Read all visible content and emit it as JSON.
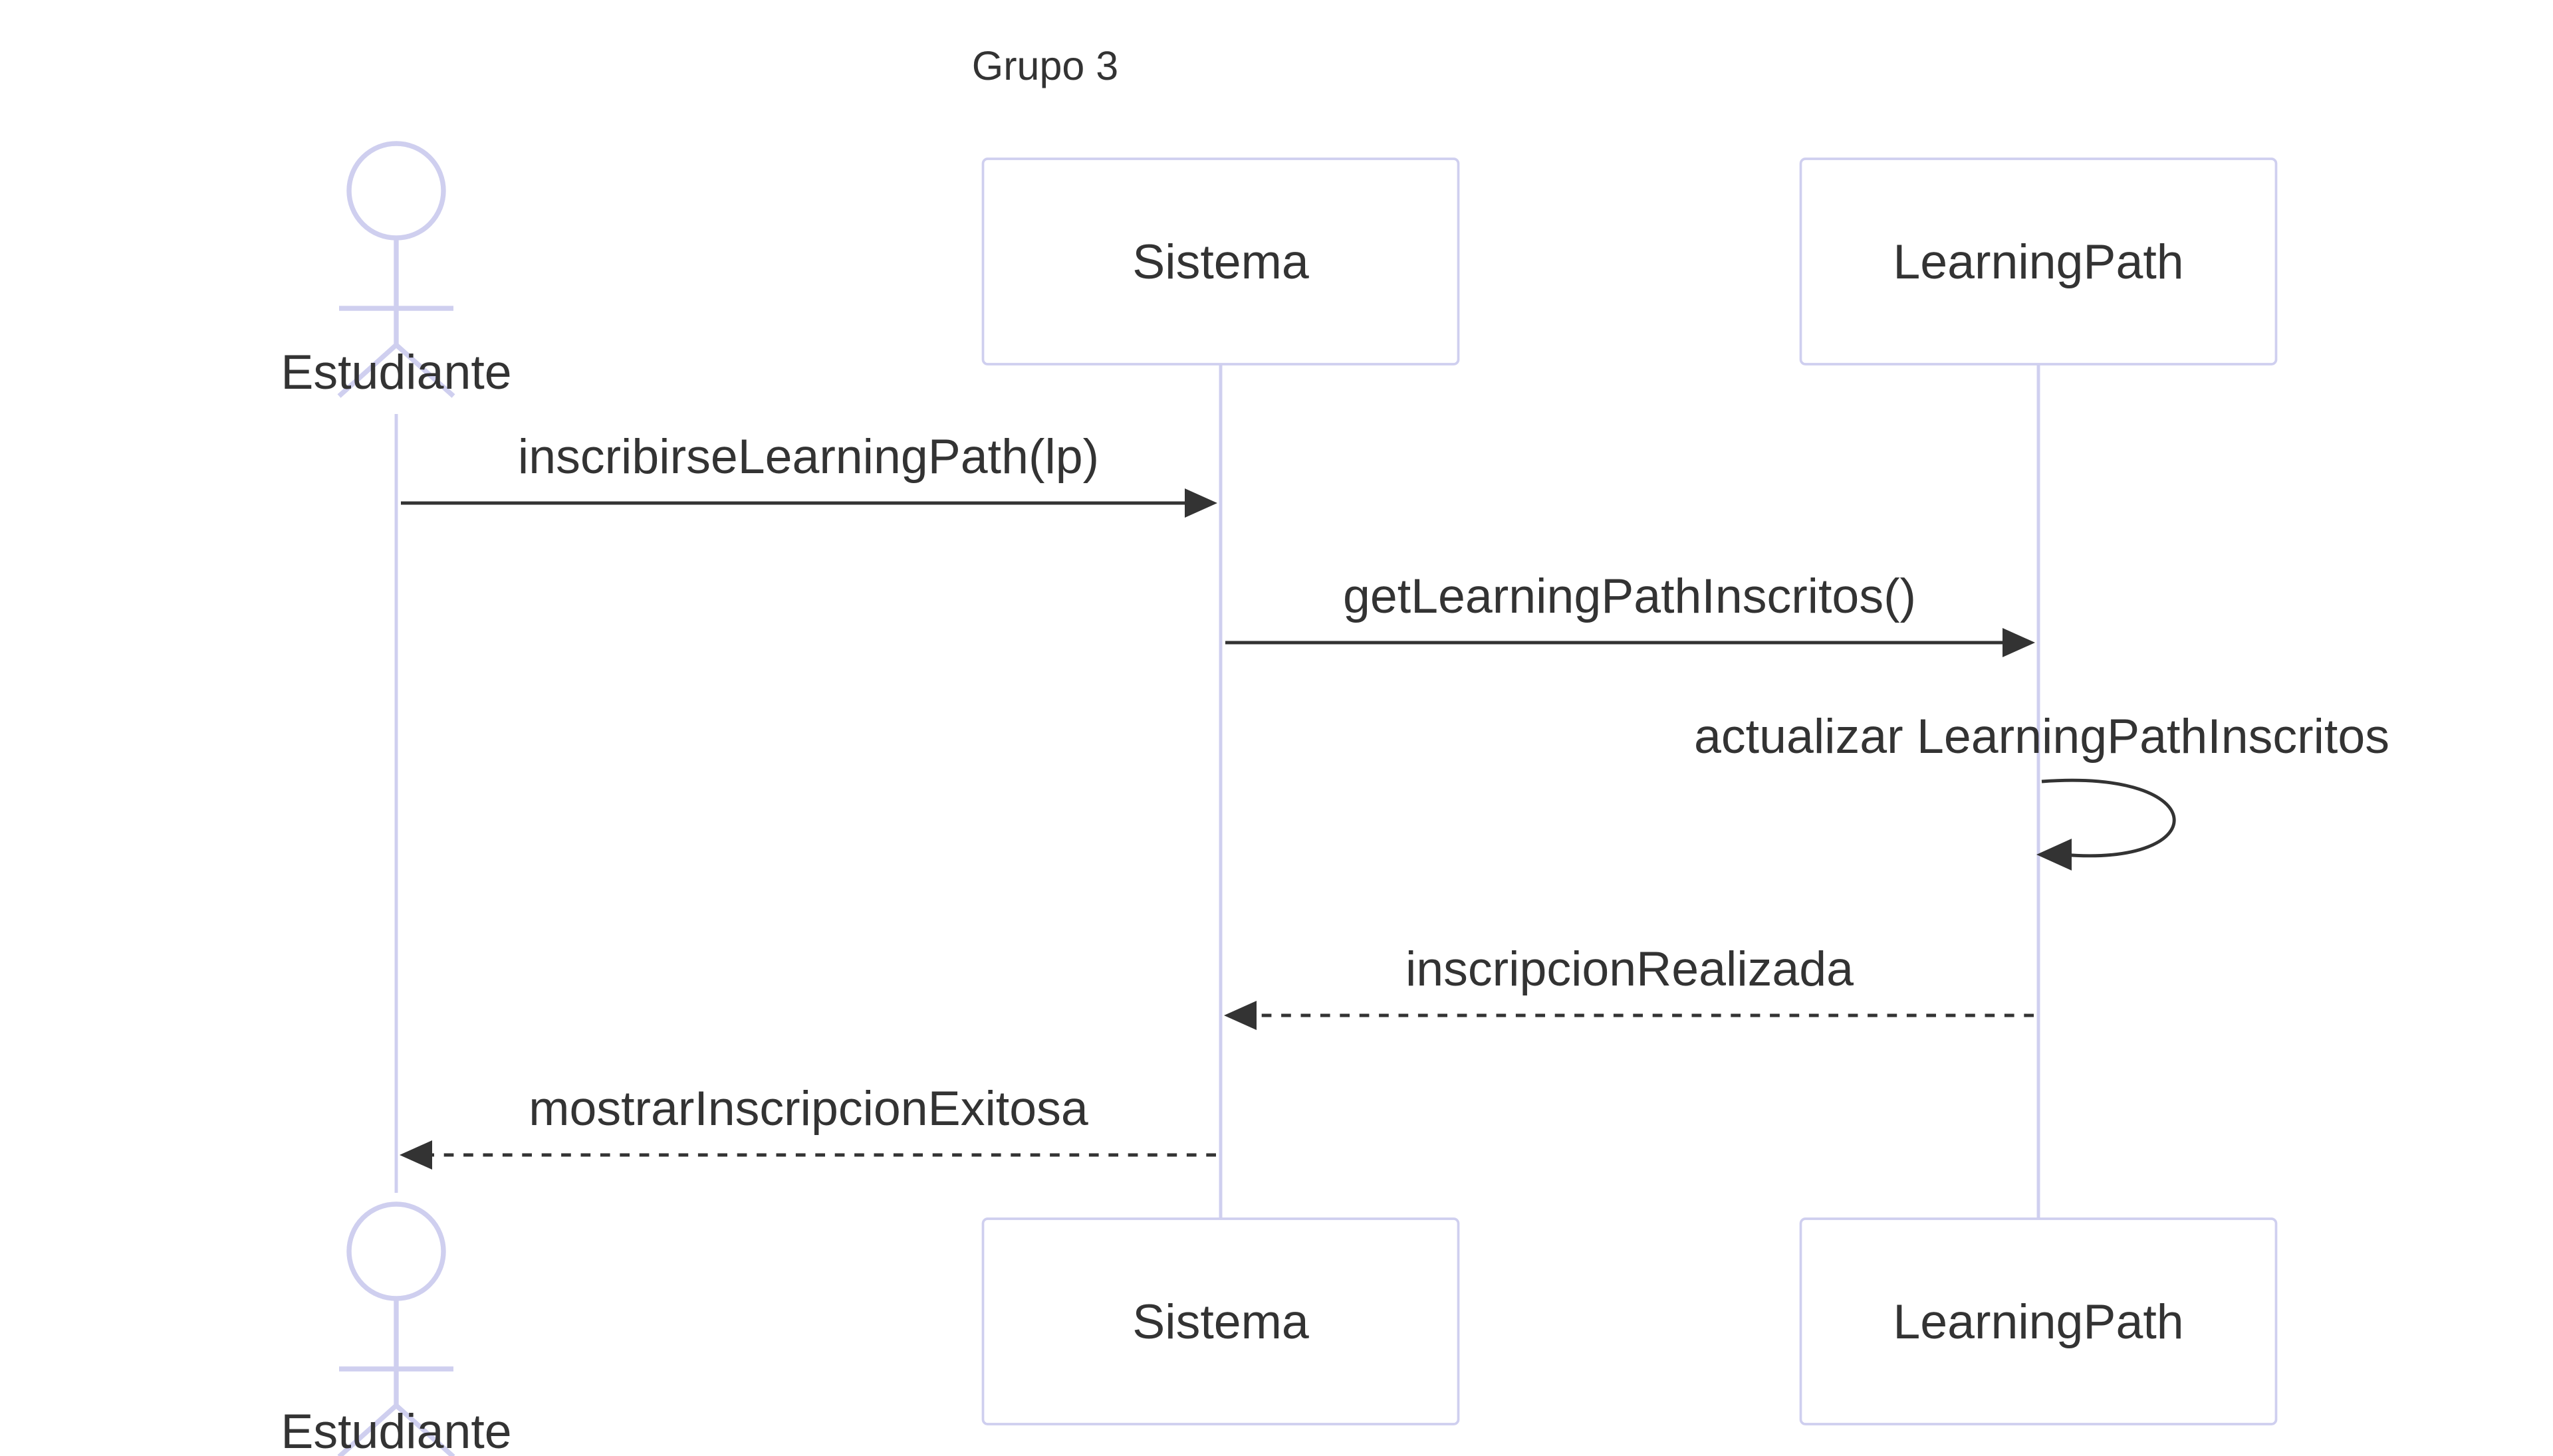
{
  "title": "Grupo 3",
  "participants": [
    {
      "id": "estudiante",
      "label": "Estudiante",
      "kind": "actor"
    },
    {
      "id": "sistema",
      "label": "Sistema",
      "kind": "participant"
    },
    {
      "id": "learningpath",
      "label": "LearningPath",
      "kind": "participant"
    }
  ],
  "messages": [
    {
      "from": "estudiante",
      "to": "sistema",
      "label": "inscribirseLearningPath(lp)",
      "style": "solid"
    },
    {
      "from": "sistema",
      "to": "learningpath",
      "label": "getLearningPathInscritos()",
      "style": "solid"
    },
    {
      "from": "learningpath",
      "to": "learningpath",
      "label": "actualizar LearningPathInscritos",
      "style": "solid"
    },
    {
      "from": "learningpath",
      "to": "sistema",
      "label": "inscripcionRealizada",
      "style": "dashed"
    },
    {
      "from": "sistema",
      "to": "estudiante",
      "label": "mostrarInscripcionExitosa",
      "style": "dashed"
    }
  ],
  "colors": {
    "lifeline": "#cfcfef",
    "text": "#333333",
    "arrow": "#333333",
    "box_fill": "#ffffff"
  }
}
